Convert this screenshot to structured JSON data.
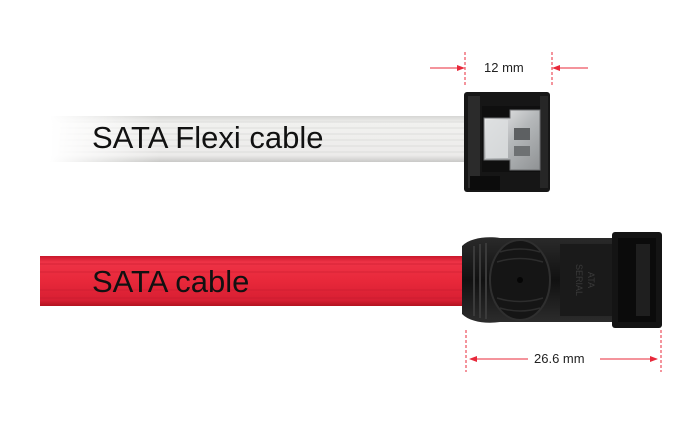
{
  "cables": {
    "flexi": {
      "label": "SATA Flexi cable",
      "color": "#e8e8e6"
    },
    "standard": {
      "label": "SATA cable",
      "color": "#e8283a"
    }
  },
  "connector": {
    "stamp_line1": "SERIAL",
    "stamp_line2": "ATA",
    "color": "#1c1c1c"
  },
  "dimensions": {
    "top": "12 mm",
    "bottom": "26.6 mm",
    "color": "#e8283a"
  }
}
